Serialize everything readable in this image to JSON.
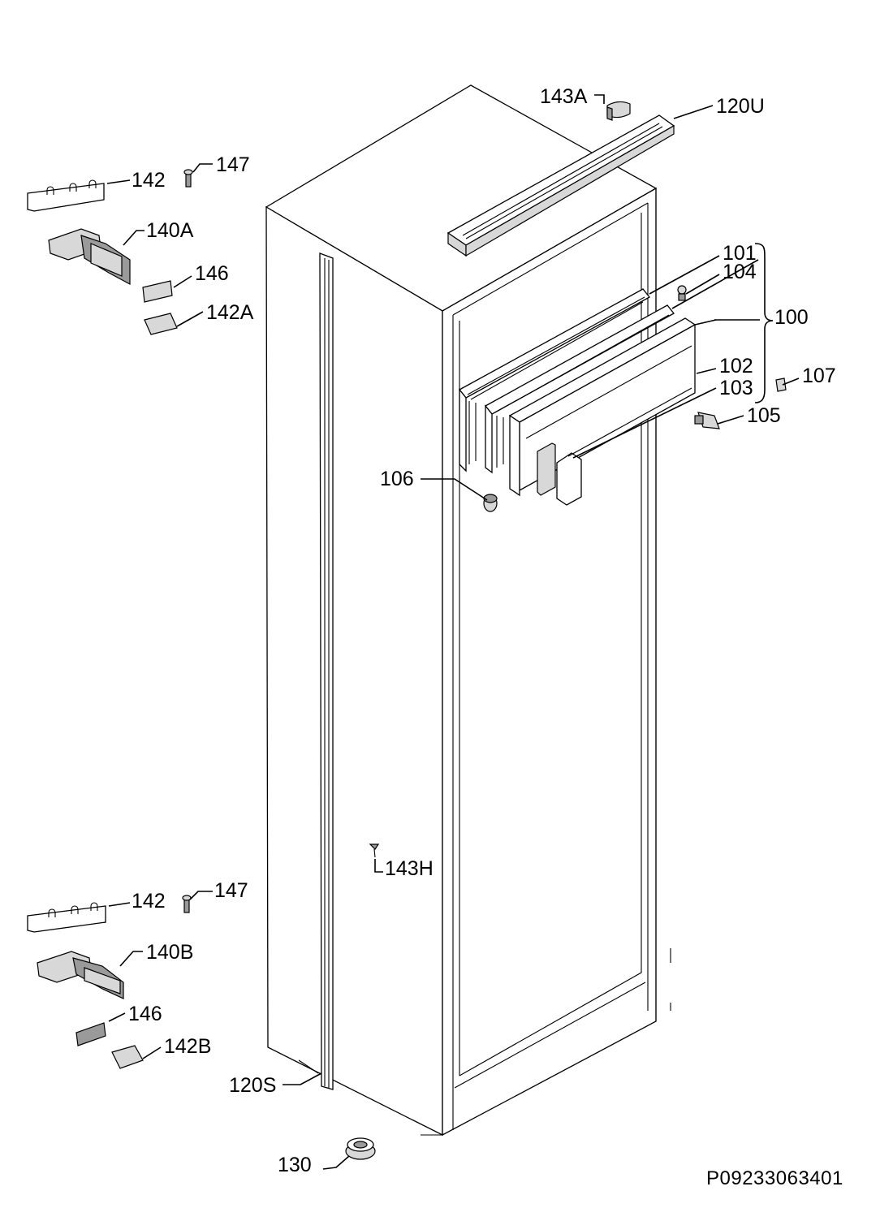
{
  "labels": {
    "l_143A": "143A",
    "l_120U": "120U",
    "l_147_top": "147",
    "l_142_top": "142",
    "l_140A": "140A",
    "l_146_top": "146",
    "l_142A": "142A",
    "l_101": "101",
    "l_104": "104",
    "l_100": "100",
    "l_102": "102",
    "l_103": "103",
    "l_107": "107",
    "l_105": "105",
    "l_106": "106",
    "l_143H": "143H",
    "l_147_bot": "147",
    "l_142_bot": "142",
    "l_140B": "140B",
    "l_146_bot": "146",
    "l_142B": "142B",
    "l_120S": "120S",
    "l_130": "130"
  },
  "drawing_code": "P09233063401"
}
